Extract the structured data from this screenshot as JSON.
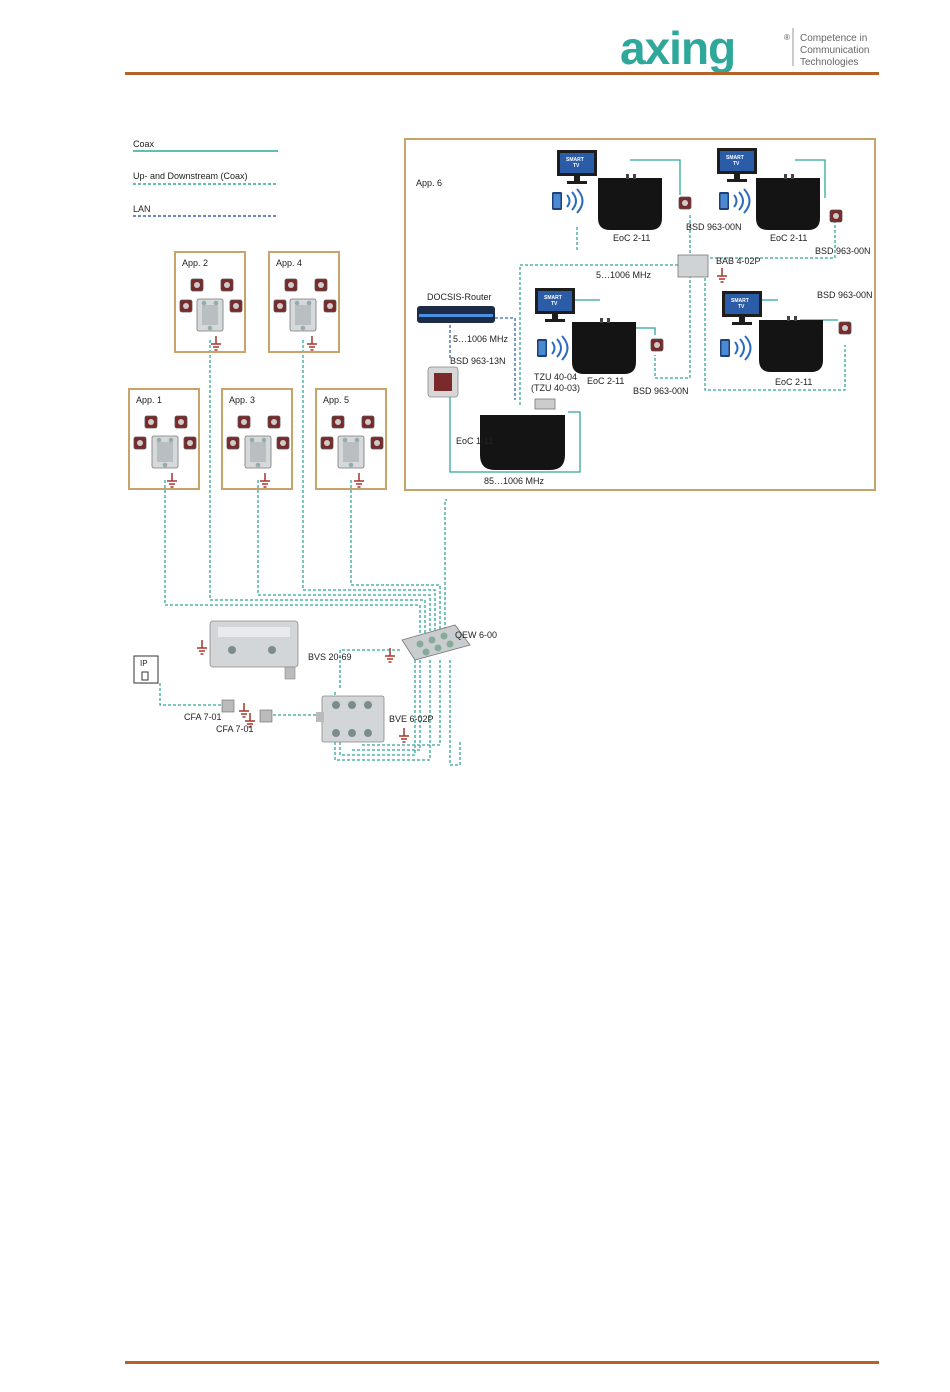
{
  "header": {
    "logo_text": "axing",
    "registered_mark": "®",
    "tagline": [
      "Competence in",
      "Communication",
      "Technologies"
    ]
  },
  "colors": {
    "brand_teal": "#2fa79a",
    "rule_brown": "#b5622a",
    "frame_tan": "#c9a46a",
    "lan_blue": "#3a63b3",
    "ground_red": "#a8322a",
    "device_black": "#141414"
  },
  "legend": {
    "coax": "Coax",
    "updown": "Up- and Downstream (Coax)",
    "lan": "LAN"
  },
  "apartments": {
    "app1": "App. 1",
    "app2": "App. 2",
    "app3": "App. 3",
    "app4": "App. 4",
    "app5": "App. 5",
    "app6": "App. 6"
  },
  "devices": {
    "router": "DOCSIS-Router",
    "router_freq": "5…1006 MHz",
    "bsd_13n": "BSD 963-13N",
    "tzu_a": "TZU 40-04",
    "tzu_b": "(TZU 40-03)",
    "eoc_master": "EoC 1-11",
    "freq_85": "85…1006 MHz",
    "eoc_client": "EoC 2-11",
    "bsd_00n": "BSD 963-00N",
    "bab": "BAB 4-02P",
    "freq_5": "5…1006 MHz",
    "smart_tv_1": "SMART",
    "smart_tv_2": "TV",
    "qew": "QEW 6-00",
    "bvs": "BVS 20-69",
    "bve": "BVE 6-02P",
    "cfa": "CFA 7-01",
    "ip": "IP"
  }
}
